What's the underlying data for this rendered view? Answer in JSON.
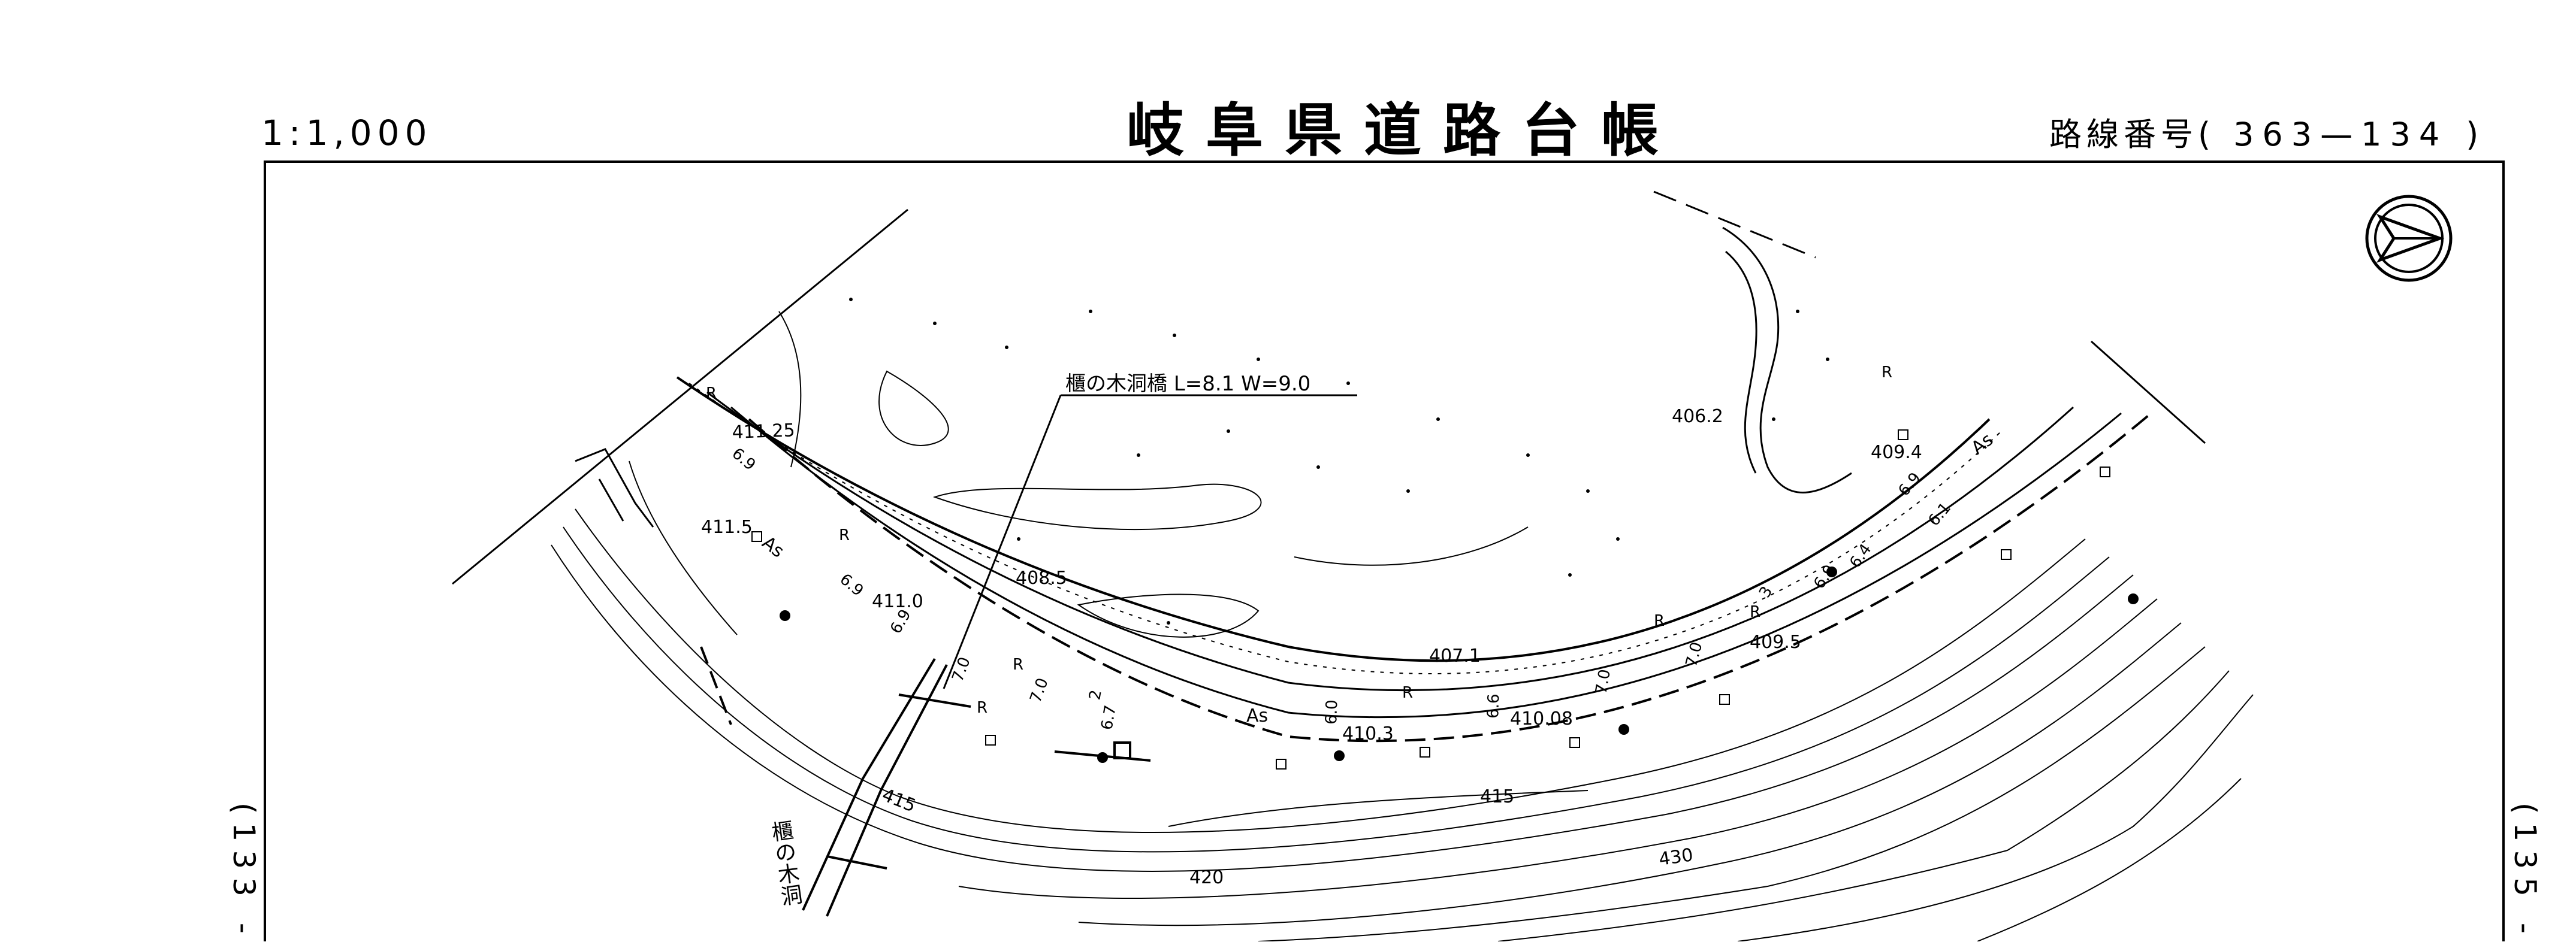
{
  "sheet": {
    "scale": "1:1,000",
    "title": "岐阜県道路台帳",
    "route_label": "路線番号(",
    "route_number": "363—134",
    "route_close": ")",
    "left_adjacent": "(133 -",
    "right_adjacent": "(135 -"
  },
  "map": {
    "bridge_callout": "櫃の木洞橋 L=8.1 W=9.0",
    "vertical_bridge_name": "櫃の木洞",
    "icons": {
      "north_arrow": "north-arrow-icon"
    },
    "elevation_points": [
      "411.25",
      "411.5",
      "411.0",
      "408.5",
      "406.2",
      "409.4",
      "409.5",
      "407.1",
      "410.3",
      "410.08"
    ],
    "contour_labels": [
      "415",
      "415",
      "420",
      "430"
    ],
    "surface_labels": [
      "As",
      "As",
      "As"
    ],
    "guardrail_labels": [
      "R",
      "R",
      "R",
      "R",
      "R",
      "R",
      "R",
      "R"
    ],
    "width_labels": [
      "6.9",
      "6.9",
      "6.9",
      "7.0",
      "7.0",
      "6.7",
      "2",
      "6.0",
      "6.6",
      "7.0",
      "7.0",
      "3",
      "6.9",
      "6.4",
      "6.9",
      "6.1"
    ],
    "colors": {
      "ink": "#000000",
      "paper": "#ffffff"
    }
  }
}
